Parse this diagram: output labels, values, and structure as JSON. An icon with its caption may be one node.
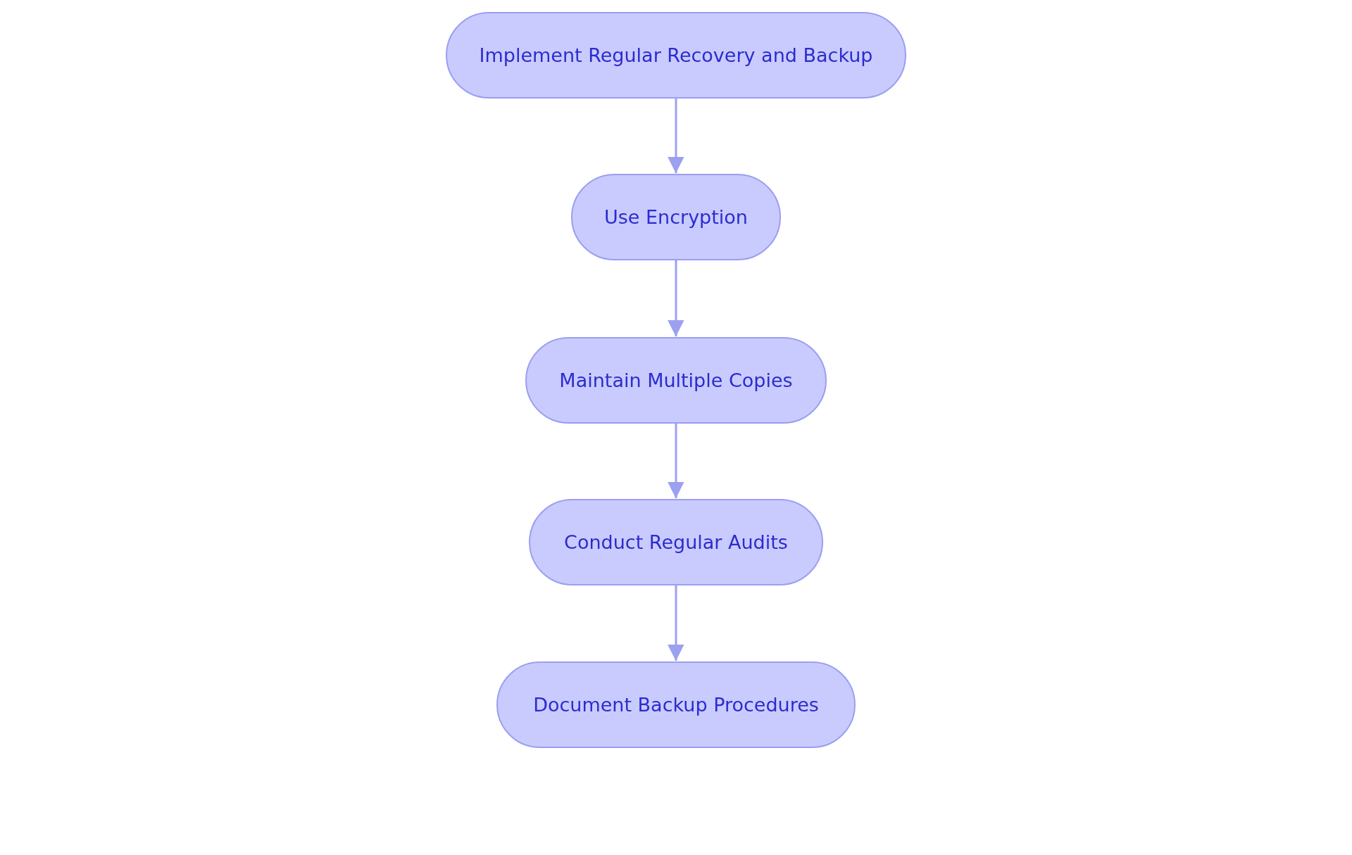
{
  "diagram": {
    "nodes": [
      {
        "text": [
          "Implement Regular Recovery and Backup"
        ]
      },
      {
        "text": [
          "Use Encryption"
        ]
      },
      {
        "text": [
          "Maintain Multiple Copies"
        ]
      },
      {
        "text": [
          "Conduct Regular Audits"
        ]
      },
      {
        "text": [
          "Document Backup Procedures"
        ]
      }
    ],
    "edges": [
      {
        "from": 0,
        "to": 1,
        "arrow": "to"
      },
      {
        "from": 1,
        "to": 2,
        "arrow": "to"
      },
      {
        "from": 2,
        "to": 3,
        "arrow": "to"
      },
      {
        "from": 3,
        "to": 4,
        "arrow": "to"
      }
    ]
  }
}
